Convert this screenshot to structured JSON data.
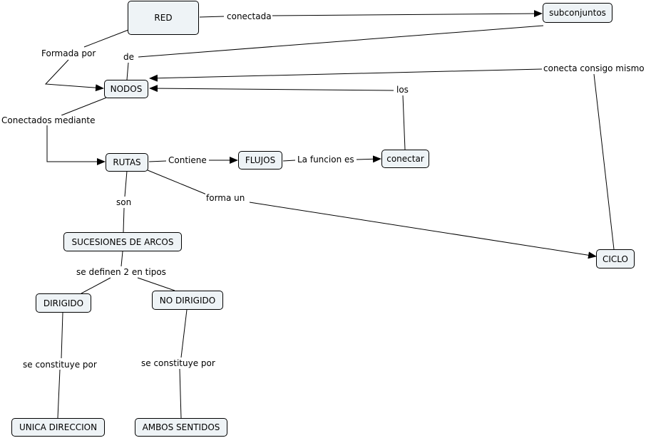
{
  "nodes": {
    "red": "RED",
    "subconjuntos": "subconjuntos",
    "nodos": "NODOS",
    "rutas": "RUTAS",
    "flujos": "FLUJOS",
    "conectar": "conectar",
    "sucesiones": "SUCESIONES DE ARCOS",
    "dirigido": "DIRIGIDO",
    "no_dirigido": "NO DIRIGIDO",
    "ciclo": "CICLO",
    "unica_direccion": "UNICA DIRECCION",
    "ambos_sentidos": "AMBOS SENTIDOS"
  },
  "links": {
    "conectada": "conectada",
    "formada_por": "Formada por",
    "de": "de",
    "conecta_consigo_mismo": "conecta consigo mismo",
    "los": "los",
    "conectados_mediante": "Conectados mediante",
    "contiene": "Contiene",
    "la_funcion_es": "La funcion es",
    "son": "son",
    "forma_un": "forma un",
    "se_definen": "se definen 2 en tipos",
    "se_constituye_por_1": "se constituye por",
    "se_constituye_por_2": "se constituye por"
  },
  "colors": {
    "node_fill": "#eef3f6",
    "line": "#000000",
    "background": "#ffffff"
  }
}
